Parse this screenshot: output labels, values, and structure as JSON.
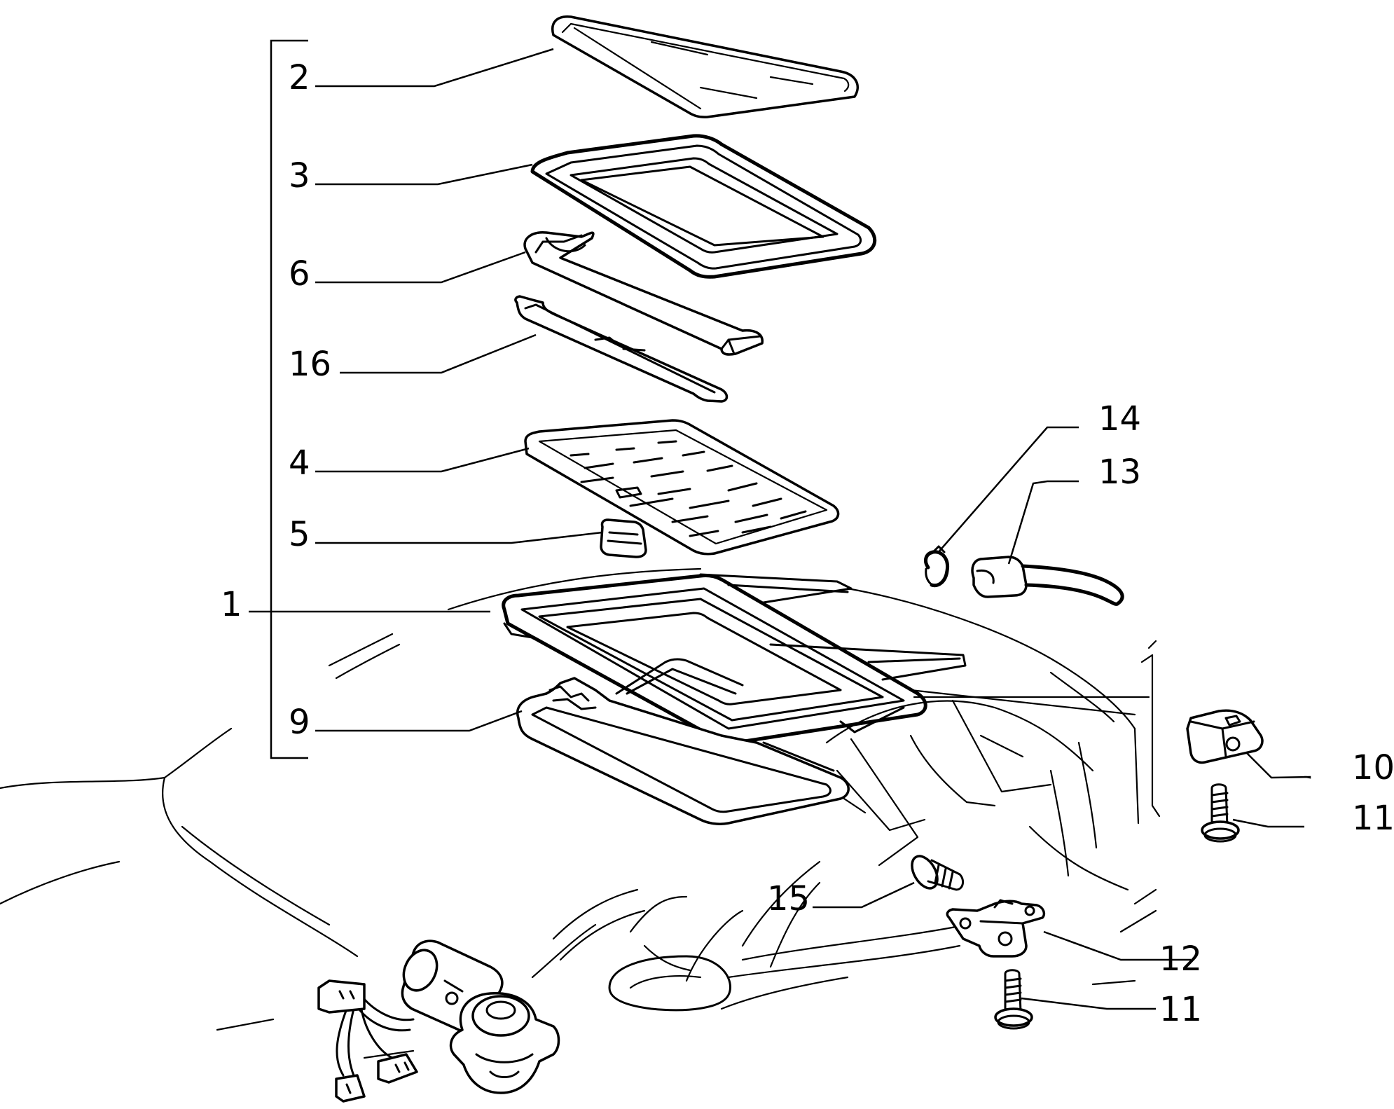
{
  "callouts": {
    "c1": "1",
    "c2": "2",
    "c3": "3",
    "c4": "4",
    "c5": "5",
    "c6": "6",
    "c9": "9",
    "c10": "10",
    "c11a": "11",
    "c11b": "11",
    "c12": "12",
    "c13": "13",
    "c14": "14",
    "c15": "15",
    "c16": "16"
  }
}
